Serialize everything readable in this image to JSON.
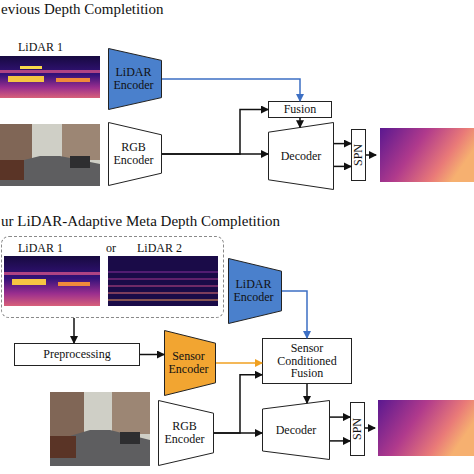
{
  "diagram": {
    "nodes": [
      {
        "text": [
          "LiDAR Encoder"
        ]
      },
      {
        "text": [
          "RGB Encoder"
        ]
      },
      {
        "text": [
          "Fusion"
        ]
      },
      {
        "text": [
          "Decoder"
        ]
      },
      {
        "text": [
          "SPN"
        ]
      },
      {
        "text": [
          "LiDAR 1",
          "or",
          "LiDAR 2"
        ]
      },
      {
        "text": [
          "LiDAR Encoder"
        ]
      },
      {
        "text": [
          "Preprocessing"
        ]
      },
      {
        "text": [
          "Sensor Encoder"
        ]
      },
      {
        "text": [
          "Sensor Conditioned Fusion"
        ]
      },
      {
        "text": [
          "RGB Encoder"
        ]
      },
      {
        "text": [
          "Decoder"
        ]
      },
      {
        "text": [
          "SPN"
        ]
      }
    ],
    "edges": [
      {
        "from": 0,
        "to": 2,
        "arrow": "to"
      },
      {
        "from": 1,
        "to": 2,
        "arrow": "to"
      },
      {
        "from": 1,
        "to": 3,
        "arrow": "to"
      },
      {
        "from": 2,
        "to": 3,
        "arrow": "to"
      },
      {
        "from": 3,
        "to": 4,
        "arrow": "to"
      },
      {
        "from": 3,
        "to": 4,
        "arrow": "to"
      },
      {
        "from": 5,
        "to": 7,
        "arrow": "to"
      },
      {
        "from": 7,
        "to": 8,
        "arrow": "to"
      },
      {
        "from": 8,
        "to": 9,
        "arrow": "to"
      },
      {
        "from": 6,
        "to": 9,
        "arrow": "to"
      },
      {
        "from": 10,
        "to": 9,
        "arrow": "to"
      },
      {
        "from": 10,
        "to": 11,
        "arrow": "to"
      },
      {
        "from": 9,
        "to": 11,
        "arrow": "to"
      },
      {
        "from": 11,
        "to": 12,
        "arrow": "to"
      },
      {
        "from": 11,
        "to": 12,
        "arrow": "to"
      }
    ],
    "labels": [
      "evious Depth Completition",
      "LiDAR 1",
      "ur LiDAR-Adaptive Meta Depth Completition"
    ]
  }
}
